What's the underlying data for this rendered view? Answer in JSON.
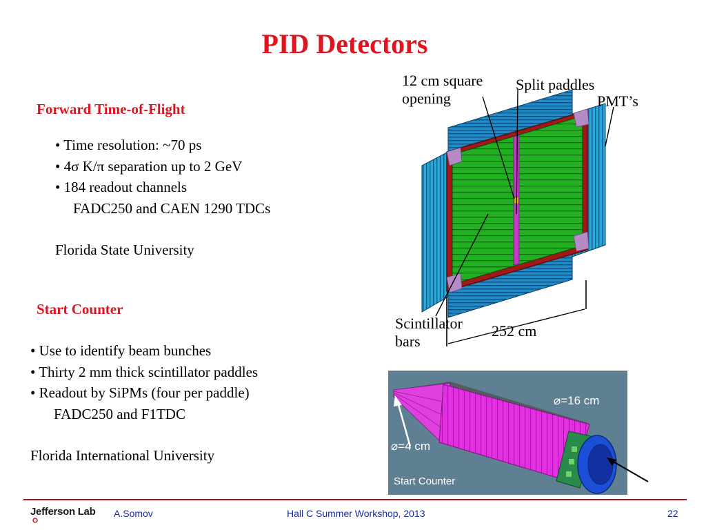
{
  "slide": {
    "title": "PID Detectors",
    "page_number": "22",
    "colors": {
      "title_red": "#e0141e",
      "footer_blue": "#1a2aa8",
      "tof_green": "#20b020",
      "sc_magenta": "#e020e0"
    }
  },
  "tof": {
    "heading": "Forward Time-of-Flight",
    "bullets": [
      "• Time resolution: ~70 ps",
      "• 4σ K/π separation up to 2 GeV",
      "• 184 readout channels"
    ],
    "sub": "FADC250 and CAEN 1290 TDCs",
    "institution": "Florida State University"
  },
  "start_counter": {
    "heading": "Start Counter",
    "bullets": [
      "• Use to identify beam bunches",
      "• Thirty 2 mm thick scintillator paddles",
      "• Readout by SiPMs (four per paddle)"
    ],
    "sub": "FADC250 and F1TDC",
    "institution": "Florida International University"
  },
  "tof_figure": {
    "opening_l1": "12 cm square",
    "opening_l2": "opening",
    "split": "Split paddles",
    "pmts": "PMT’s",
    "bars_l1": "Scintillator",
    "bars_l2": "bars",
    "width": "252 cm"
  },
  "sc_figure": {
    "d16": "⌀=16 cm",
    "d4": "⌀=4 cm",
    "caption": "Start Counter"
  },
  "footer": {
    "logo": "Jefferson Lab",
    "author": "A.Somov",
    "event": "Hall C Summer Workshop, 2013"
  }
}
